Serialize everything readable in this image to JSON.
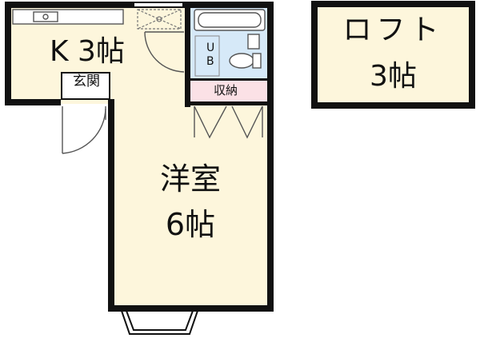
{
  "rooms": {
    "kitchen": {
      "label": "K  3帖"
    },
    "entrance": {
      "label": "玄関"
    },
    "storage": {
      "label": "収納"
    },
    "unit_bath": {
      "label_top": "U",
      "label_bottom": "B"
    },
    "western_room": {
      "name": "洋室",
      "size": "6帖"
    },
    "loft": {
      "name": "ロフト",
      "size": "3帖"
    }
  },
  "colors": {
    "room_fill": "#fdf6dc",
    "bath_fill": "#d6e9f8",
    "storage_fill": "#fbe1e6",
    "wall": "#111111",
    "fixture_line": "#555555"
  }
}
